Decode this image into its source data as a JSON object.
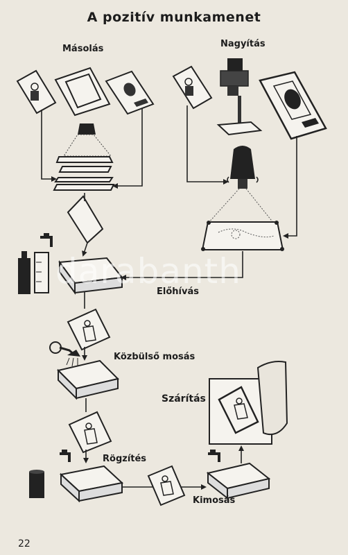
{
  "title": "A pozitív munkamenet",
  "labels": {
    "masolas": "Másolás",
    "nagyitas": "Nagyítás",
    "elohivas": "Előhívás",
    "kozbulso_mosas": "Közbülső mosás",
    "szaritas": "Szárítás",
    "rogzites": "Rögzítés",
    "kimosas": "Kimosás"
  },
  "page_number": "22",
  "watermark": "darabanth"
}
